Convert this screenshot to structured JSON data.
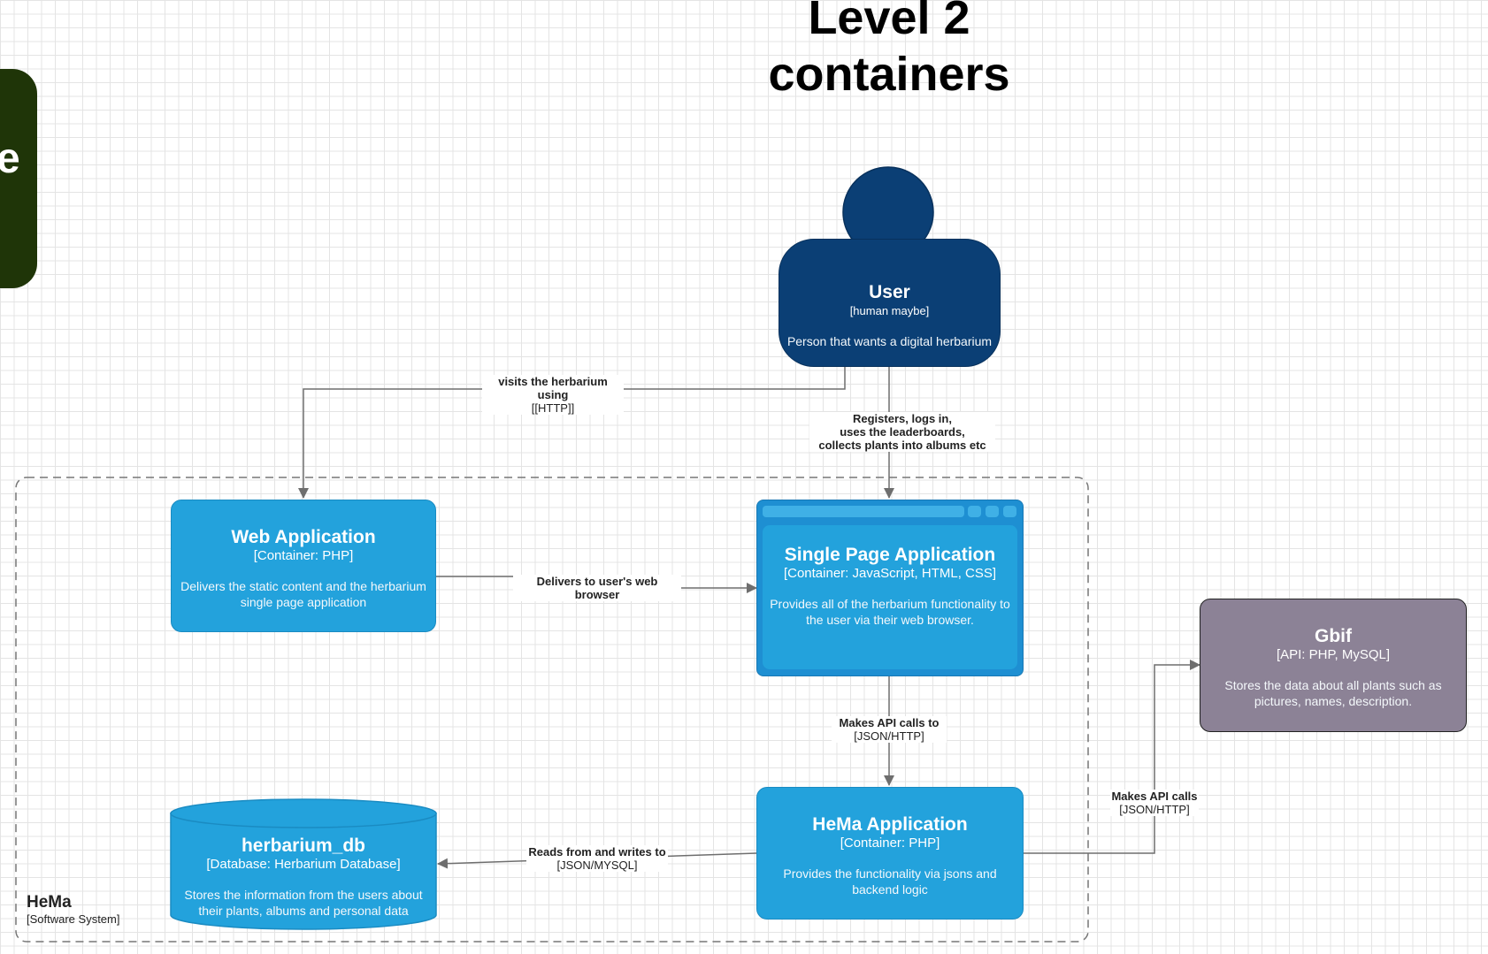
{
  "title": {
    "line1": "Level 2",
    "line2": "containers"
  },
  "partial_node": {
    "letter": "e"
  },
  "user": {
    "name": "User",
    "kind": "[human maybe]",
    "description": "Person that wants a digital herbarium"
  },
  "web_app": {
    "name": "Web Application",
    "tech": "[Container: PHP]",
    "description": "Delivers the static content and the herbarium single page application"
  },
  "spa": {
    "name": "Single Page Application",
    "tech": "[Container: JavaScript, HTML, CSS]",
    "description": "Provides all of the herbarium functionality to the user via their web browser."
  },
  "hema_app": {
    "name": "HeMa Application",
    "tech": "[Container: PHP]",
    "description": "Provides the functionality via jsons and backend logic"
  },
  "db": {
    "name": "herbarium_db",
    "tech": "[Database: Herbarium Database]",
    "description": "Stores the information from the users about their plants, albums and personal data"
  },
  "gbif": {
    "name": "Gbif",
    "tech": "[API: PHP, MySQL]",
    "description": "Stores the data about all plants such as pictures, names, description."
  },
  "system": {
    "name": "HeMa",
    "kind": "[Software System]"
  },
  "relations": {
    "user_web": {
      "label": "visits the herbarium using",
      "tech": "[[HTTP]]"
    },
    "user_spa": {
      "line1": "Registers, logs in,",
      "line2": "uses the leaderboards,",
      "line3": "collects plants into albums etc"
    },
    "web_spa": {
      "label": "Delivers to user's web browser"
    },
    "spa_hema": {
      "label": "Makes API calls to",
      "tech": "[JSON/HTTP]"
    },
    "hema_db": {
      "label": "Reads from and writes to",
      "tech": "[JSON/MYSQL]"
    },
    "hema_gbif": {
      "label": "Makes API calls",
      "tech": "[JSON/HTTP]"
    }
  },
  "colors": {
    "person": "#0b3f75",
    "container": "#23a2dc",
    "external": "#8c8296",
    "dark_green": "#1f3508"
  }
}
